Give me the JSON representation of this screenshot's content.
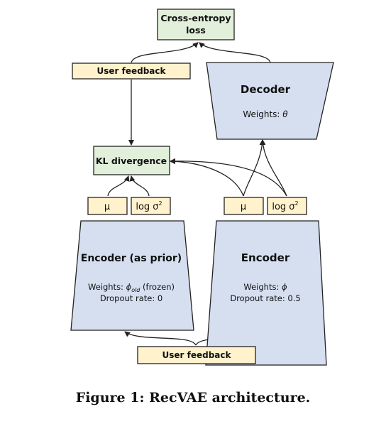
{
  "diagram": {
    "cross_entropy": {
      "line1": "Cross-entropy",
      "line2": "loss"
    },
    "user_feedback_top": "User feedback",
    "decoder": {
      "title": "Decoder",
      "weights_prefix": "Weights: ",
      "weights_symbol": "θ"
    },
    "kl_divergence": "KL divergence",
    "left_mu": "μ",
    "left_log": "log σ",
    "left_log_sup": "2",
    "right_mu": "μ",
    "right_log": "log σ",
    "right_log_sup": "2",
    "encoder_prior": {
      "title": "Encoder (as prior)",
      "weights_prefix": "Weights: ",
      "phi": "ϕ",
      "phi_sub": "old",
      "weights_suffix": " (frozen)",
      "dropout": "Dropout rate: 0"
    },
    "encoder": {
      "title": "Encoder",
      "weights_prefix": "Weights: ",
      "phi": "ϕ",
      "dropout": "Dropout rate: 0.5"
    },
    "user_feedback_bottom": "User feedback"
  },
  "caption": "Figure 1: RecVAE architecture.",
  "colors": {
    "green_box": "#e2efda",
    "yellow_box": "#fff2cc",
    "blue_trap": "#d5dff0",
    "stroke": "#222222"
  }
}
